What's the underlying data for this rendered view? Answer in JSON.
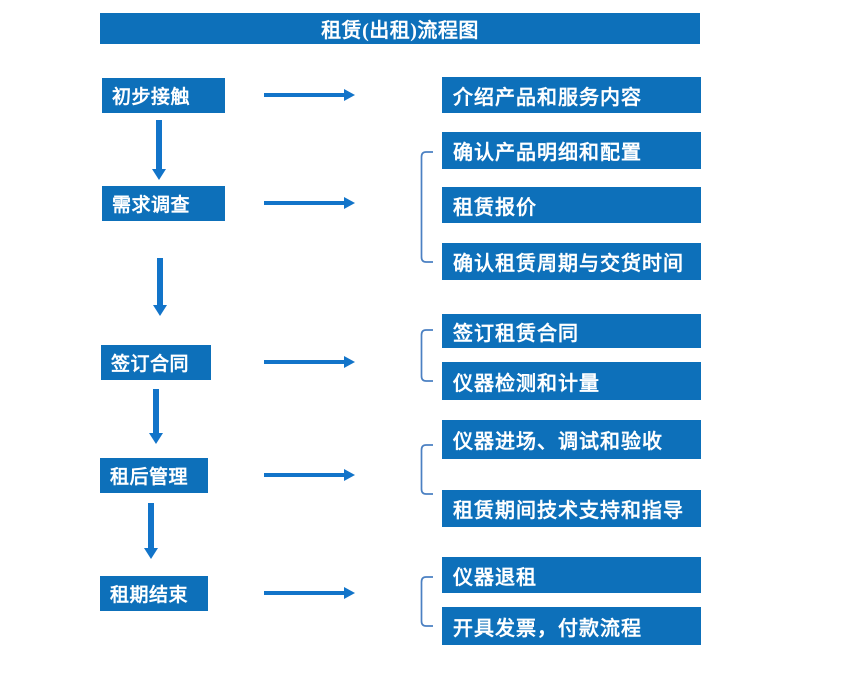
{
  "title": "租赁(出租)流程图",
  "colors": {
    "box": "#0D70BA",
    "arrow": "#1274C9",
    "bracket": "#4B80C2",
    "text": "#FFFFFF",
    "page_bg": "#FFFFFF"
  },
  "stages": [
    {
      "label": "初步接触",
      "outputs": [
        "介绍产品和服务内容"
      ]
    },
    {
      "label": "需求调查",
      "outputs": [
        "确认产品明细和配置",
        "租赁报价",
        "确认租赁周期与交货时间"
      ]
    },
    {
      "label": "签订合同",
      "outputs": [
        "签订租赁合同",
        "仪器检测和计量"
      ]
    },
    {
      "label": "租后管理",
      "outputs": [
        "仪器进场、调试和验收",
        "租赁期间技术支持和指导"
      ]
    },
    {
      "label": "租期结束",
      "outputs": [
        "仪器退租",
        "开具发票，付款流程"
      ]
    }
  ]
}
